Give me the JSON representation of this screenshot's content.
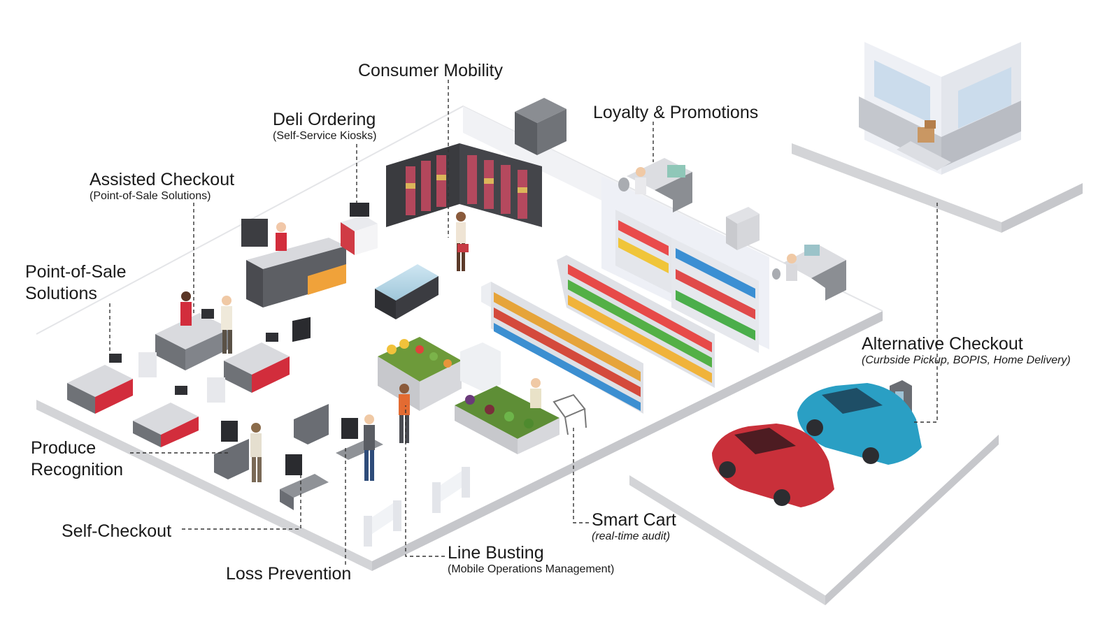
{
  "labels": {
    "consumer_mobility": {
      "title": "Consumer Mobility"
    },
    "loyalty_promotions": {
      "title": "Loyalty & Promotions"
    },
    "deli_ordering": {
      "title": "Deli Ordering",
      "subtitle": "(Self-Service Kiosks)"
    },
    "assisted_checkout": {
      "title": "Assisted Checkout",
      "subtitle": "(Point-of-Sale Solutions)"
    },
    "point_of_sale": {
      "line1": "Point-of-Sale",
      "line2": "Solutions"
    },
    "produce_recognition": {
      "line1": "Produce",
      "line2": "Recognition"
    },
    "self_checkout": {
      "title": "Self-Checkout"
    },
    "loss_prevention": {
      "title": "Loss Prevention"
    },
    "line_busting": {
      "title": "Line Busting",
      "subtitle": "(Mobile Operations Management)"
    },
    "smart_cart": {
      "title": "Smart Cart",
      "subtitle": "(real-time audit)"
    },
    "alternative_checkout": {
      "title": "Alternative Checkout",
      "subtitle": "(Curbside Pickup, BOPIS, Home Delivery)"
    }
  },
  "colors": {
    "floor": "#ffffff",
    "floor_edge": "#d5d5d8",
    "wall": "#ecedf2",
    "counter": "#6f7277",
    "accent_red": "#d22d3c",
    "car_red": "#c9303a",
    "car_blue": "#2a9fc4",
    "kiosk_blue": "#2a8bd0"
  }
}
